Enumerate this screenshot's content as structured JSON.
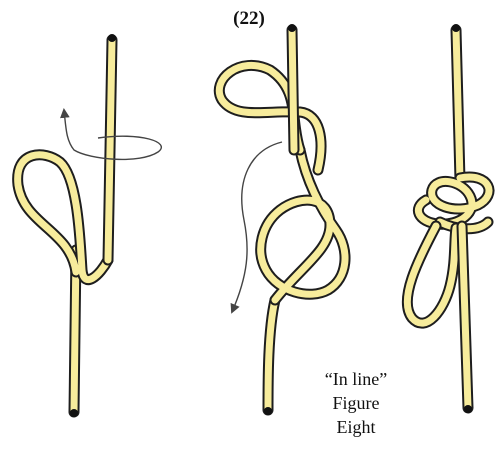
{
  "figure": {
    "number": "(22)",
    "caption": [
      "“In line”",
      "Figure",
      "Eight"
    ]
  },
  "colors": {
    "rope_fill": "#f7ec9c",
    "rope_edge": "#1e1e1e",
    "rope_end": "#111111",
    "arrow": "#444444",
    "background": "#ffffff"
  },
  "panels": [
    "step-1-loop",
    "step-2-figure-eight",
    "step-3-tightened-knot"
  ]
}
